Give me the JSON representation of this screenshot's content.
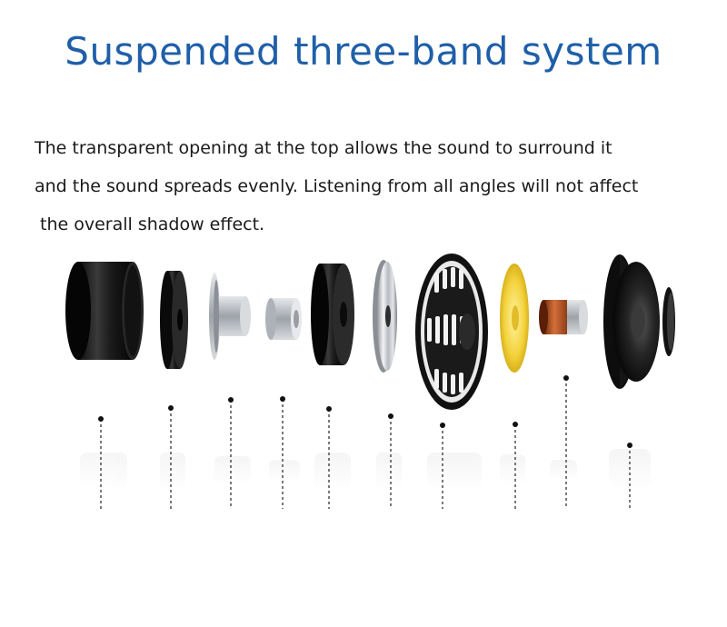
{
  "title": "Suspended three-band system",
  "description": {
    "line1": "The transparent opening at the top allows the sound to  surround  it",
    "line2": "and the sound spreads evenly. Listening from all angles will not affect",
    "line3": " the overall shadow effect."
  },
  "colors": {
    "title": "#1f5fa8",
    "text": "#1a1a1a",
    "rubber_black": "#1c1c1c",
    "metal_silver": "#c9ccd1",
    "diaphragm_yellow": "#f3d23c",
    "coil_copper": "#b8521f"
  },
  "components": [
    {
      "id": "outer-housing",
      "shape": "cylinder-large"
    },
    {
      "id": "rubber-washer",
      "shape": "thick-disc"
    },
    {
      "id": "pole-piece",
      "shape": "flanged-pin"
    },
    {
      "id": "metal-bushing",
      "shape": "short-cylinder"
    },
    {
      "id": "magnet",
      "shape": "cylinder-medium"
    },
    {
      "id": "steel-plate",
      "shape": "thin-disc"
    },
    {
      "id": "mesh-frame",
      "shape": "grille-basket"
    },
    {
      "id": "yellow-diaphragm",
      "shape": "yellow-disc"
    },
    {
      "id": "voice-coil",
      "shape": "copper-coil"
    },
    {
      "id": "woofer-cone",
      "shape": "speaker-cone"
    },
    {
      "id": "dust-cap",
      "shape": "small-dome"
    }
  ]
}
